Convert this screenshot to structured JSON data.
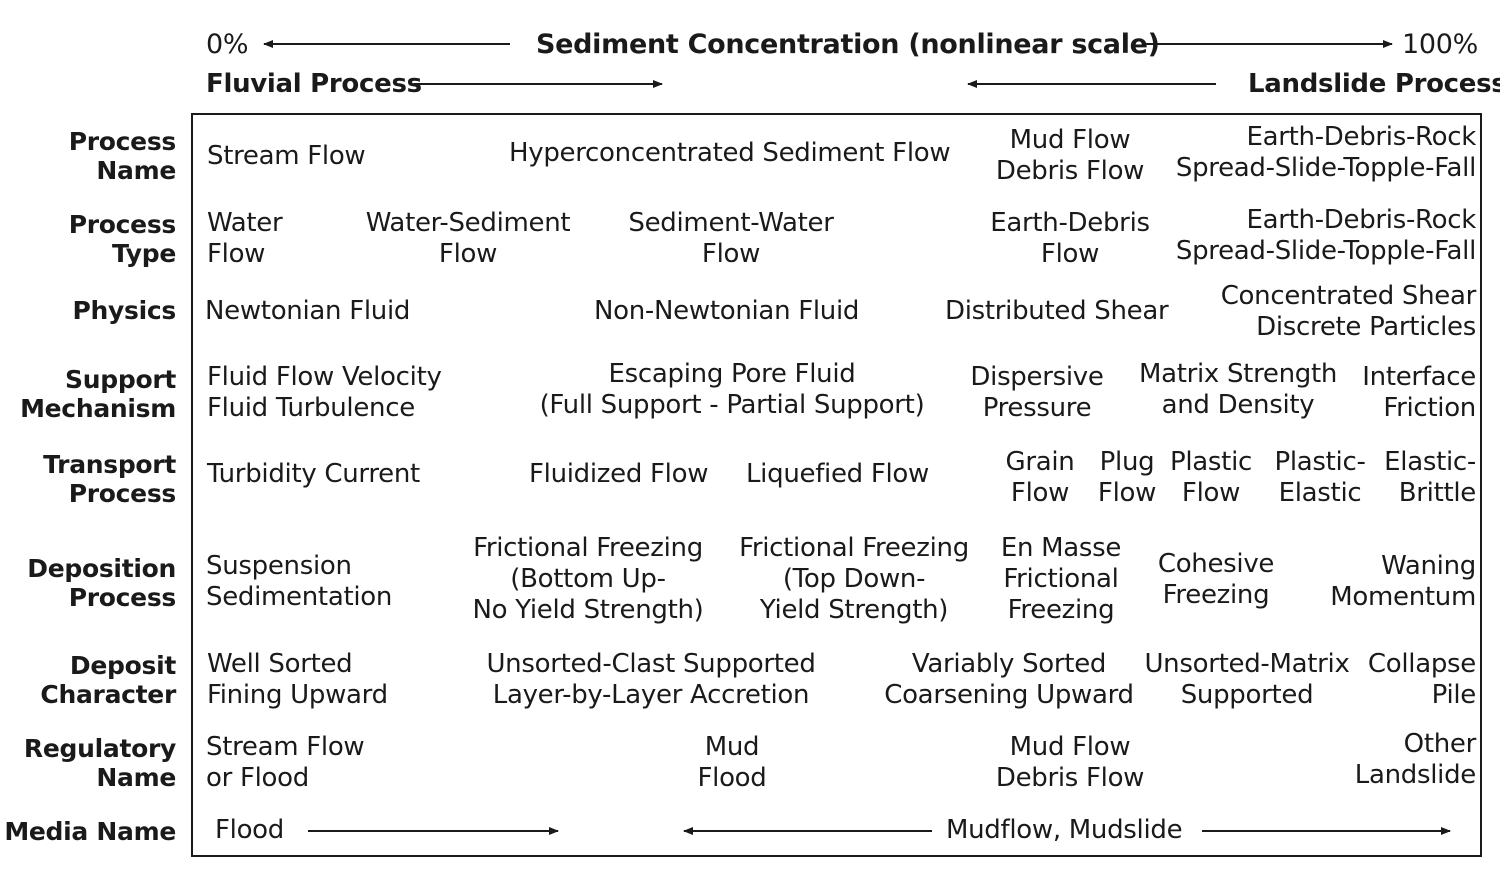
{
  "header": {
    "pct_left": "0%",
    "title": "Sediment Concentration (nonlinear scale)",
    "pct_right": "100%",
    "fluvial": "Fluvial Process",
    "landslide": "Landslide Process"
  },
  "rows": {
    "process_name": {
      "label": "Process\nName",
      "c1": "Stream Flow",
      "c2": "Hyperconcentrated Sediment Flow",
      "c3": "Mud Flow\nDebris Flow",
      "c4": "Earth-Debris-Rock\nSpread-Slide-Topple-Fall"
    },
    "process_type": {
      "label": "Process\nType",
      "c1": "Water\nFlow",
      "c2": "Water-Sediment\nFlow",
      "c3": "Sediment-Water\nFlow",
      "c4": "Earth-Debris\nFlow",
      "c5": "Earth-Debris-Rock\nSpread-Slide-Topple-Fall"
    },
    "physics": {
      "label": "Physics",
      "c1": "Newtonian Fluid",
      "c2": "Non-Newtonian Fluid",
      "c3": "Distributed Shear",
      "c4": "Concentrated Shear\nDiscrete Particles"
    },
    "support": {
      "label": "Support\nMechanism",
      "c1": "Fluid Flow Velocity\nFluid Turbulence",
      "c2": "Escaping Pore Fluid\n(Full Support - Partial Support)",
      "c3": "Dispersive\nPressure",
      "c4": "Matrix Strength\nand Density",
      "c5": "Interface\nFriction"
    },
    "transport": {
      "label": "Transport\nProcess",
      "c1": "Turbidity Current",
      "c2": "Fluidized Flow",
      "c3": "Liquefied Flow",
      "c4": "Grain\nFlow",
      "c5": "Plug\nFlow",
      "c6": "Plastic\nFlow",
      "c7": "Plastic-\nElastic",
      "c8": "Elastic-\nBrittle"
    },
    "deposition": {
      "label": "Deposition\nProcess",
      "c1": "Suspension\nSedimentation",
      "c2": "Frictional Freezing\n(Bottom Up-\nNo Yield Strength)",
      "c3": "Frictional Freezing\n(Top Down-\nYield Strength)",
      "c4": "En Masse\nFrictional\nFreezing",
      "c5": "Cohesive\nFreezing",
      "c6": "Waning\nMomentum"
    },
    "deposit": {
      "label": "Deposit\nCharacter",
      "c1": "Well Sorted\nFining Upward",
      "c2": "Unsorted-Clast Supported\nLayer-by-Layer Accretion",
      "c3": "Variably Sorted\nCoarsening Upward",
      "c4": "Unsorted-Matrix\nSupported",
      "c5": "Collapse\nPile"
    },
    "regulatory": {
      "label": "Regulatory\nName",
      "c1": "Stream Flow\nor Flood",
      "c2": "Mud\nFlood",
      "c3": "Mud Flow\nDebris Flow",
      "c4": "Other\nLandslide"
    },
    "media": {
      "label": "Media Name",
      "c1": "Flood",
      "c2": "Mudflow, Mudslide"
    }
  }
}
